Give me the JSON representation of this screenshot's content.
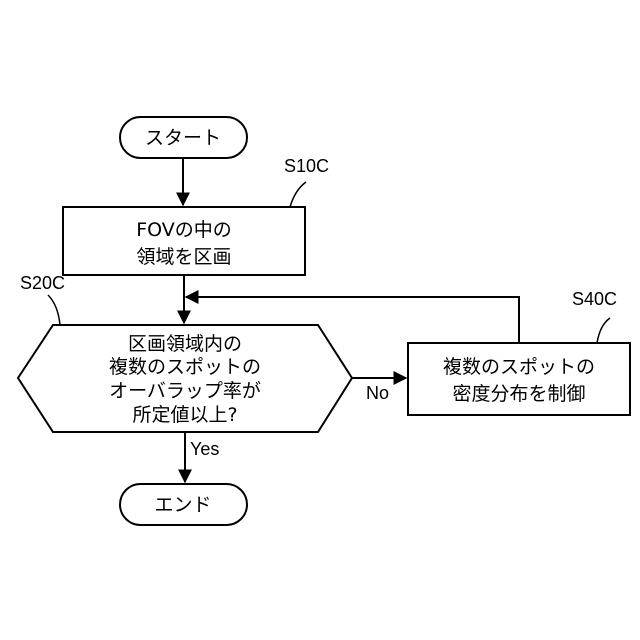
{
  "flowchart": {
    "start": {
      "label": "スタート"
    },
    "step_s10c": {
      "id": "S10C",
      "lines": [
        "FOVの中の",
        "領域を区画"
      ]
    },
    "decision_s20c": {
      "id": "S20C",
      "lines": [
        "区画領域内の",
        "複数のスポットの",
        "オーバラップ率が",
        "所定値以上?"
      ],
      "yes_label": "Yes",
      "no_label": "No"
    },
    "step_s40c": {
      "id": "S40C",
      "lines": [
        "複数のスポットの",
        "密度分布を制御"
      ]
    },
    "end": {
      "label": "エンド"
    }
  }
}
